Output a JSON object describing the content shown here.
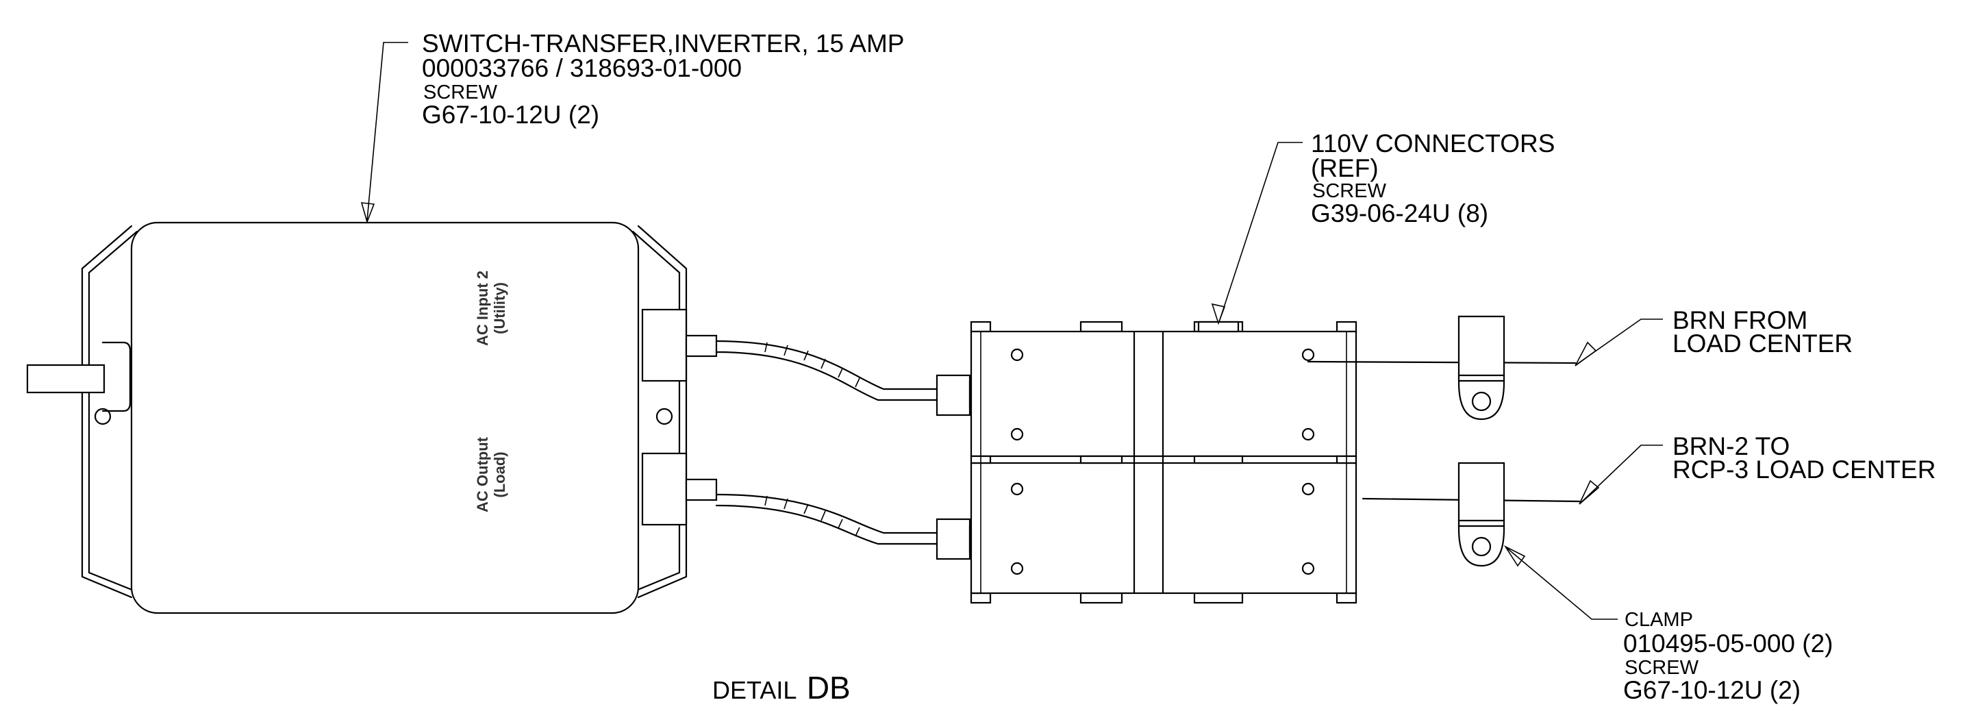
{
  "callouts": {
    "switch": {
      "title": "SWITCH-TRANSFER,INVERTER, 15 AMP",
      "part_numbers": "000033766 / 318693-01-000",
      "screw_label": "SCREW",
      "screw_part": "G67-10-12U (2)"
    },
    "connectors": {
      "title": "110V CONNECTORS",
      "ref": "(REF)",
      "screw_label": "SCREW",
      "screw_part": "G39-06-24U (8)"
    },
    "brn_from": {
      "line1": "BRN FROM",
      "line2": "LOAD CENTER"
    },
    "brn2_to": {
      "line1": "BRN-2 TO",
      "line2": "RCP-3 LOAD CENTER"
    },
    "clamp": {
      "title": "CLAMP",
      "part_number": "010495-05-000 (2)",
      "screw_label": "SCREW",
      "screw_part": "G67-10-12U (2)"
    }
  },
  "switch_labels": {
    "input_line1": "AC Input 2",
    "input_line2": "(Utility)",
    "output_line1": "AC Output",
    "output_line2": "(Load)"
  },
  "caption": {
    "prefix": "DETAIL",
    "id": "DB"
  }
}
